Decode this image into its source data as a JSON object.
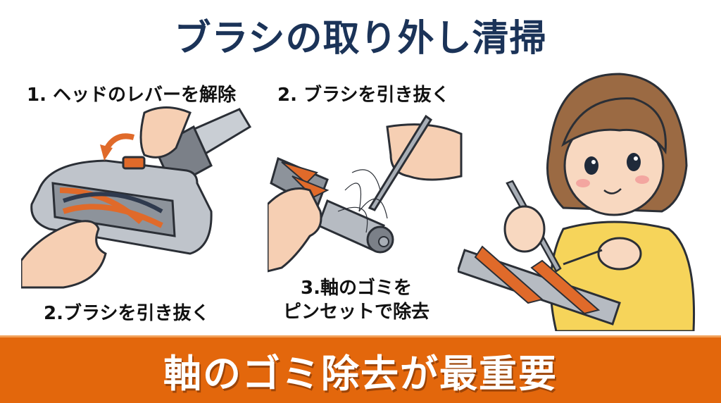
{
  "title": "ブラシの取り外し清掃",
  "steps": {
    "step1": "1. ヘッドのレバーを解除",
    "step2_top": "2. ブラシを引き抜く",
    "step2_bottom": "2.ブラシを引き抜く",
    "step3_line1": "3.軸のゴミを",
    "step3_line2": "ピンセットで除去"
  },
  "banner": {
    "text": "軸のゴミ除去が最重要"
  },
  "illustrations": {
    "panel1": "hands-releasing-vacuum-head-lever",
    "panel2": "hands-removing-hair-from-brush-roll-with-tweezers",
    "panel3": "girl-cleaning-brush-roll-with-tweezers"
  },
  "colors": {
    "title": "#1b3358",
    "accent_orange": "#e3670c",
    "brush_orange": "#e06a2a",
    "metal_gray": "#8a9099",
    "skin": "#f6cfb3",
    "hair": "#9b6a43",
    "shirt": "#f6d45a",
    "banner_text": "#ffffff"
  }
}
